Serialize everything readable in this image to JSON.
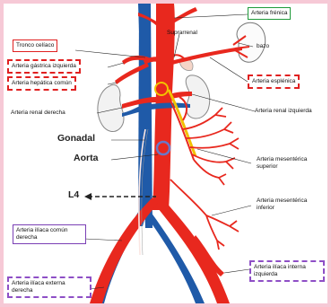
{
  "labels": {
    "frenica": "Arteria frénica",
    "suprarrenal": "Suprarrenal",
    "tronco": "Tronco celíaco",
    "gastrica": "Arteria gástrica izquierda",
    "hepatica": "Arteria hepática común",
    "bazo": "bazo",
    "esplenica": "Arteria esplénica",
    "renal_der": "Arteria renal derecha",
    "renal_izq": "Arteria renal izquierda",
    "gonadal": "Gonadal",
    "aorta": "Aorta",
    "mes_sup": "Arteria mesentérica superior",
    "l4": "L4",
    "mes_inf": "Arteria mesentérica inferior",
    "iliaca_comun": "Arteria ilíaca común derecha",
    "iliaca_interna": "Arteria ilíaca interna izquierda",
    "iliaca_externa": "Arteria ilíaca externa derecha"
  },
  "colors": {
    "artery": "#e8281e",
    "vein": "#1f5aa8",
    "highlight_yellow": "#f2c200",
    "highlight_blue": "#6a78c8",
    "green_box": "#1f9a3a",
    "red_box": "#e02020",
    "purple_box": "#7a3fb5"
  }
}
